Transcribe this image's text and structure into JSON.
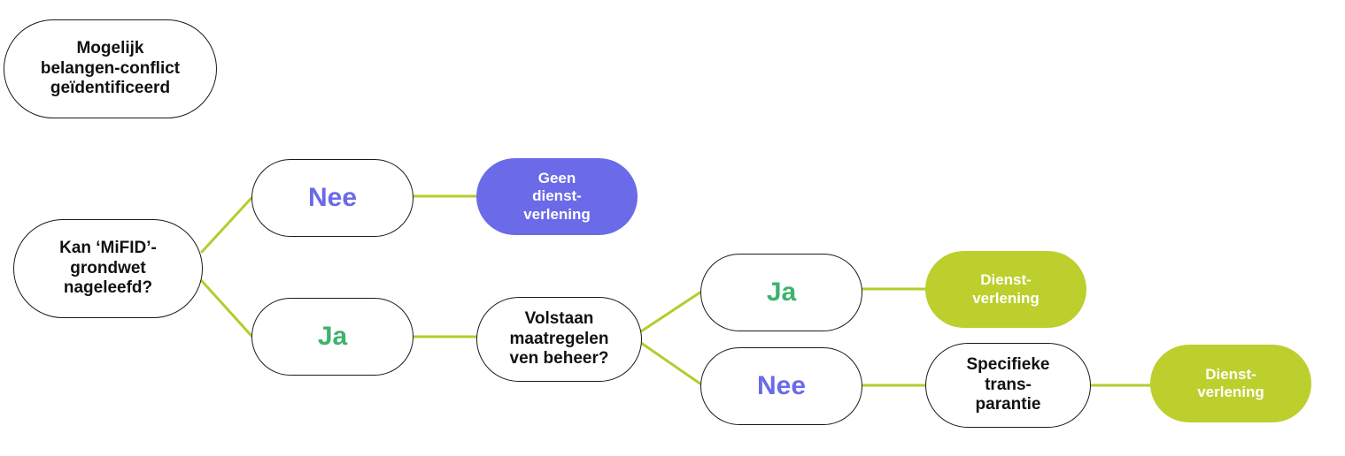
{
  "colors": {
    "connector": "#b5cc2e",
    "nee": "#6b6ae8",
    "ja": "#3db36b",
    "outcome_negative": "#6b6ae8",
    "outcome_positive": "#bccf2d"
  },
  "nodes": {
    "start": "Mogelijk\nbelangen-conflict\ngeïdentificeerd",
    "question_mifid": "Kan ‘MiFID’-\ngrondwet\nnageleefd?",
    "answer_nee_1": "Nee",
    "outcome_geen": "Geen\ndienst-\nverlening",
    "answer_ja_1": "Ja",
    "question_maatregelen": "Volstaan\nmaatregelen\nven beheer?",
    "answer_ja_2": "Ja",
    "outcome_dienst_1": "Dienst-\nverlening",
    "answer_nee_2": "Nee",
    "specifieke": "Specifieke\ntrans-\nparantie",
    "outcome_dienst_2": "Dienst-\nverlening"
  }
}
